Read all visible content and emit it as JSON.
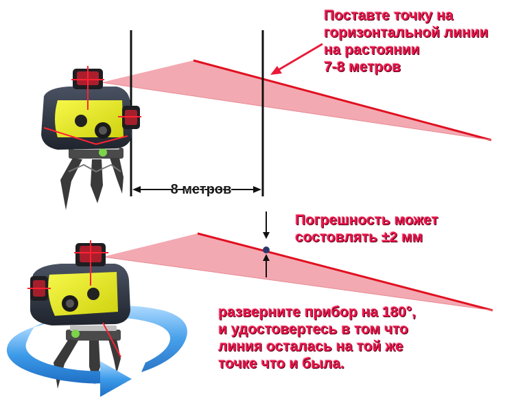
{
  "instruction_top": {
    "lines": [
      "Поставте точку на",
      "горизонтальной линии",
      "на растоянии",
      "7-8 метров"
    ]
  },
  "distance_label": "8 метров",
  "error_note": {
    "lines": [
      "Погрешность может",
      "состовлять ±2 мм"
    ]
  },
  "rotate_instruction": {
    "lines": [
      "разверните прибор на 180°,",
      "и удостовертесь  в том что",
      "линия осталась на той же",
      "точке что и была."
    ]
  },
  "colors": {
    "text_accent": "#e8154a",
    "laser_beam": "#f19aa3",
    "laser_line": "#e01020",
    "device_body": "#2e3440",
    "device_panel": "#e9ec1c",
    "tripod": "#3a3a3a",
    "rotation_arrow": "#3d9be9",
    "marker_line": "#111111"
  },
  "icons": {
    "laser_device": "laser-level-icon",
    "rotation": "rotate-180-arrow-icon"
  }
}
